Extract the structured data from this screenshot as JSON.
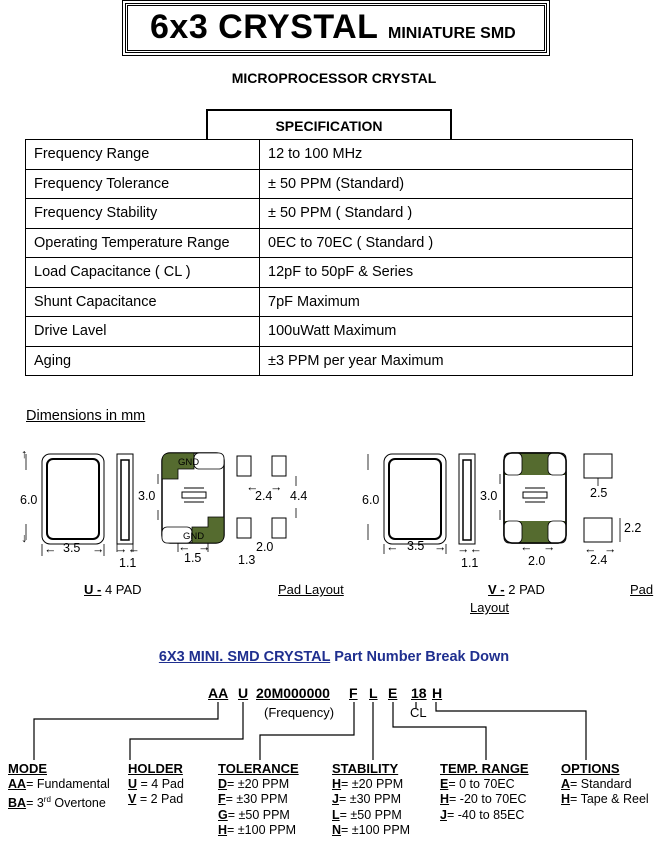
{
  "title": {
    "main": "6x3 CRYSTAL",
    "sub": "MINIATURE SMD"
  },
  "subtitle": "MICROPROCESSOR CRYSTAL",
  "spec": {
    "heading": "SPECIFICATION",
    "rows": [
      {
        "param": "Frequency Range",
        "value": "12  to 100 MHz"
      },
      {
        "param": "Frequency Tolerance",
        "value": "± 50 PPM (Standard)"
      },
      {
        "param": "Frequency Stability",
        "value": "± 50 PPM ( Standard )"
      },
      {
        "param": "Operating Temperature Range",
        "value": "0EC to 70EC ( Standard )"
      },
      {
        "param": "Load Capacitance ( CL )",
        "value": "12pF to 50pF & Series"
      },
      {
        "param": "Shunt Capacitance",
        "value": "7pF Maximum"
      },
      {
        "param": "Drive Lavel",
        "value": "100uWatt Maximum"
      },
      {
        "param": "Aging",
        "value": "±3 PPM per year Maximum"
      }
    ]
  },
  "dimensions": {
    "title": "Dimensions in mm",
    "u": {
      "height": "6.0",
      "width": "3.5",
      "thick": "1.1",
      "pad_h": "3.0",
      "pad_w": "1.5",
      "gnd1": "GND",
      "gnd2": "GND",
      "lay_w": "2.4",
      "lay_h": "4.4",
      "lay_p": "2.0",
      "lay_s": "1.3"
    },
    "v": {
      "height": "6.0",
      "width": "3.5",
      "thick": "1.1",
      "pad_h": "3.0",
      "pad_w": "2.0",
      "lay_top": "2.5",
      "lay_h": "2.2",
      "lay_w": "2.4"
    },
    "u_label_code": "U -",
    "u_label_text": " 4 PAD",
    "u_pad_layout": "Pad Layout",
    "v_label_code": "V -",
    "v_label_text": " 2 PAD",
    "v_pad": "Pad",
    "v_layout": "Layout"
  },
  "partnumber": {
    "title_ul": "6X3 MINI. SMD CRYSTAL",
    "title_rest": "  Part Number Break Down",
    "code": {
      "aa": "AA",
      "u": "U",
      "freq": "20M000000",
      "f": "F",
      "l": "L",
      "e": "E",
      "cl": "18",
      "h": "H"
    },
    "freq_label": "(Frequency)",
    "cl_label": "CL"
  },
  "columns": {
    "mode": {
      "head": "MODE",
      "rows": [
        {
          "k": "AA",
          "t": "= Fundamental"
        },
        {
          "k": "BA",
          "t": "= 3",
          "sup": "rd",
          "t2": " Overtone"
        }
      ]
    },
    "holder": {
      "head": "HOLDER",
      "rows": [
        {
          "k": "U",
          "t": " = 4 Pad"
        },
        {
          "k": "V",
          "t": " = 2 Pad"
        }
      ]
    },
    "tolerance": {
      "head": "TOLERANCE",
      "rows": [
        {
          "k": "D",
          "t": "= ±20 PPM"
        },
        {
          "k": "F",
          "t": "= ±30 PPM"
        },
        {
          "k": "G",
          "t": "= ±50 PPM"
        },
        {
          "k": "H",
          "t": "= ±100 PPM"
        }
      ]
    },
    "stability": {
      "head": "STABILITY",
      "rows": [
        {
          "k": "H",
          "t": "= ±20 PPM"
        },
        {
          "k": "J",
          "t": "=  ±30 PPM"
        },
        {
          "k": "L",
          "t": "=  ±50 PPM"
        },
        {
          "k": "N",
          "t": "=  ±100 PPM"
        }
      ]
    },
    "temp": {
      "head": "TEMP. RANGE",
      "rows": [
        {
          "k": "E",
          "t": "= 0 to 70EC"
        },
        {
          "k": "H",
          "t": "= -20 to 70EC"
        },
        {
          "k": "J",
          "t": "=  -40 to 85EC"
        }
      ]
    },
    "options": {
      "head": "OPTIONS",
      "rows": [
        {
          "k": "A",
          "t": "= Standard"
        },
        {
          "k": "H",
          "t": "= Tape & Reel"
        }
      ]
    }
  }
}
